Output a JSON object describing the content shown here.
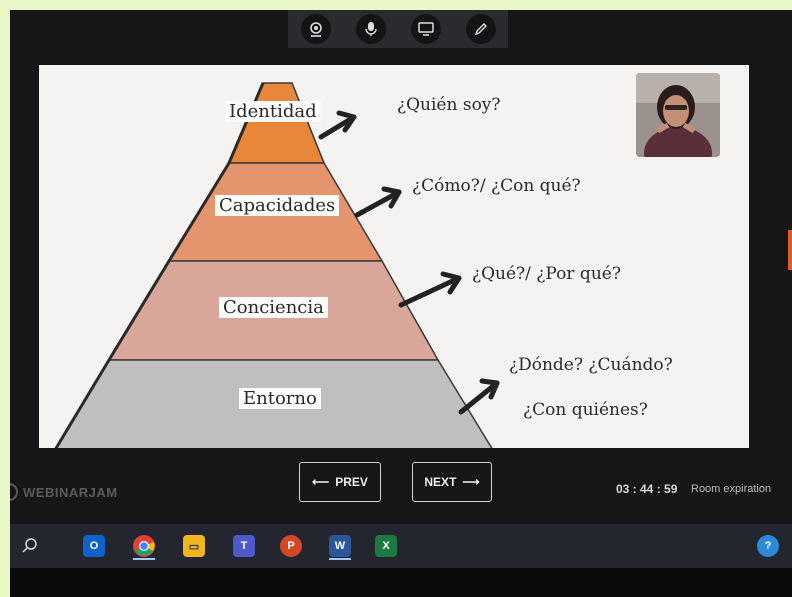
{
  "toolbar": {
    "icons": [
      "webcam-icon",
      "microphone-icon",
      "screen-share-icon",
      "pen-icon"
    ]
  },
  "slide": {
    "pyramid_labels": {
      "identidad": "Identidad",
      "capacidades": "Capacidades",
      "conciencia": "Conciencia",
      "entorno": "Entorno"
    },
    "questions": {
      "q1": "¿Quién soy?",
      "q2": "¿Cómo?/ ¿Con qué?",
      "q3": "¿Qué?/ ¿Por qué?",
      "q4": "¿Dónde?  ¿Cuándo?",
      "q5": "¿Con quiénes?"
    },
    "colors": {
      "top": "#e8873a",
      "upper_mid": "#e4956e",
      "lower_mid": "#d8a79a",
      "bottom": "#c1bfbe"
    }
  },
  "controls": {
    "prev_label": "PREV",
    "next_label": "NEXT",
    "brand": "WEBINARJAM",
    "timer": "03 : 44 : 59",
    "expiration_label": "Room expiration"
  },
  "taskbar": {
    "apps": [
      "search-icon",
      "outlook-icon",
      "chrome-icon",
      "file-explorer-icon",
      "teams-icon",
      "powerpoint-icon",
      "word-icon",
      "excel-icon",
      "help-icon"
    ]
  }
}
